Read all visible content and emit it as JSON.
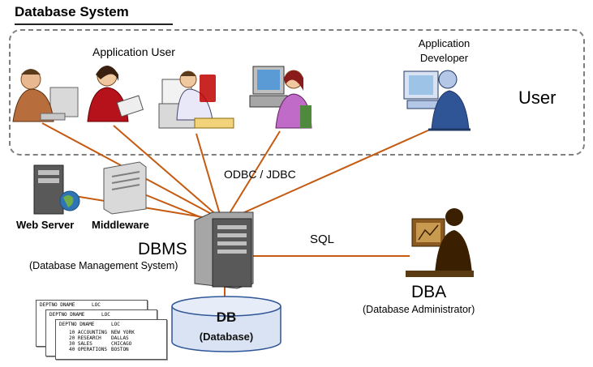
{
  "title": "Database System",
  "labels": {
    "application_user": "Application User",
    "application_developer_line1": "Application",
    "application_developer_line2": "Developer",
    "user": "User",
    "odbc_jdbc": "ODBC / JDBC",
    "sql": "SQL",
    "web_server": "Web Server",
    "middleware": "Middleware",
    "dbms": "DBMS",
    "dbms_full": "(Database Management System)",
    "db": "DB",
    "db_full": "(Database)",
    "dba": "DBA",
    "dba_full": "(Database Administrator)"
  },
  "table": {
    "headers": [
      "DEPTNO DNAME",
      "LOC"
    ],
    "rows": [
      [
        "10 ACCOUNTING",
        "NEW YORK"
      ],
      [
        "20 RESEARCH",
        "DALLAS"
      ],
      [
        "30 SALES",
        "CHICAGO"
      ],
      [
        "40 OPERATIONS",
        "BOSTON"
      ]
    ]
  },
  "colors": {
    "connector": "#c55a11",
    "box_border": "#7f7f7f",
    "db_fill": "#dae3f3",
    "db_stroke": "#2f5597"
  }
}
